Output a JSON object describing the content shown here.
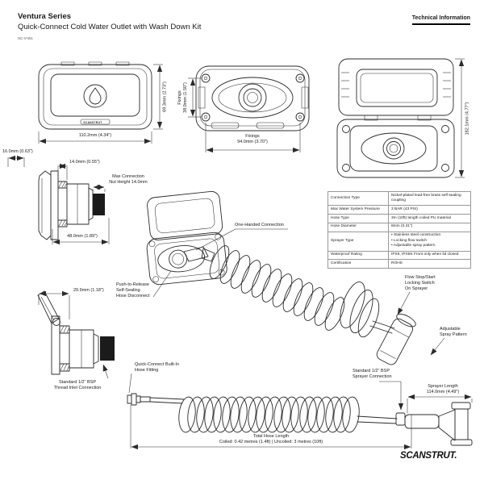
{
  "header": {
    "series": "Ventura Series",
    "subtitle": "Quick-Connect Cold Water Outlet with Wash Down Kit",
    "code": "SC-V-W1",
    "tech_info": "Technical Information"
  },
  "spec_table": {
    "rows": [
      {
        "label": "Connection Type",
        "value": "Nickel-plated lead-free brass self-sealing coupling"
      },
      {
        "label": "Max Water System Pressure",
        "value": "3 BAR (43 PSI)"
      },
      {
        "label": "Hose Type",
        "value": "3m (10ft) length coiled PU material"
      },
      {
        "label": "Hose Diameter",
        "value": "8mm (0.31\")"
      },
      {
        "label": "Sprayer Type",
        "value": "• Stainless steel construction\n• Locking flow switch\n• Adjustable spray pattern"
      },
      {
        "label": "Waterproof Rating",
        "value": "IPX6, IPX6K Front only when lid closed"
      },
      {
        "label": "Certification",
        "value": "ROHS"
      }
    ]
  },
  "dimensions": {
    "front_width": "110.2mm (4.34\")",
    "front_height": "69.3mm (2.73\")",
    "fixings_vertical": "Fixings\n38.0mm (1.50\")",
    "fixings_horizontal": "Fixings\n94.0mm (3.70\")",
    "open_height": "182.1mm (4.77\")",
    "flange_depth": "16.0mm (0.63\")",
    "panel_thickness": "14.0mm (0.55\")",
    "body_depth": "48.0mm (1.89\")",
    "lid_open_depth": "29.9mm (1.18\")",
    "sprayer_length": "Sprayer Length\n114.0mm (4.49\")",
    "total_hose_length": "Total Hose Length\nCoiled: 0.42 metres (1.4ft)  |  Uncoiled: 3 metres (10ft)"
  },
  "annotations": {
    "max_nut": "Max Connection\nNut Height 14.0mm",
    "one_handed": "One-Handed Connection",
    "push_release": "Push-to-Release\nSelf-Sealing\nHose Disconnect",
    "thread_inlet": "Standard 1/2\" BSP\nThread Inlet Connection",
    "flow_stop": "Flow Stop/Start\nLocking Switch\nOn Sprayer",
    "adjustable_spray": "Adjustable\nSpray Pattern",
    "quick_connect": "Quick-Connect Built-In\nHose Fitting",
    "sprayer_connection": "Standard 1/2\" BSP\nSprayer Connection"
  },
  "branding": {
    "logo": "SCANSTRUT.",
    "lid_mark": "SCANSTRUT"
  },
  "colors": {
    "line": "#2b2b2b",
    "text": "#1a1a1a",
    "nut_fill": "#1b1b1b"
  }
}
